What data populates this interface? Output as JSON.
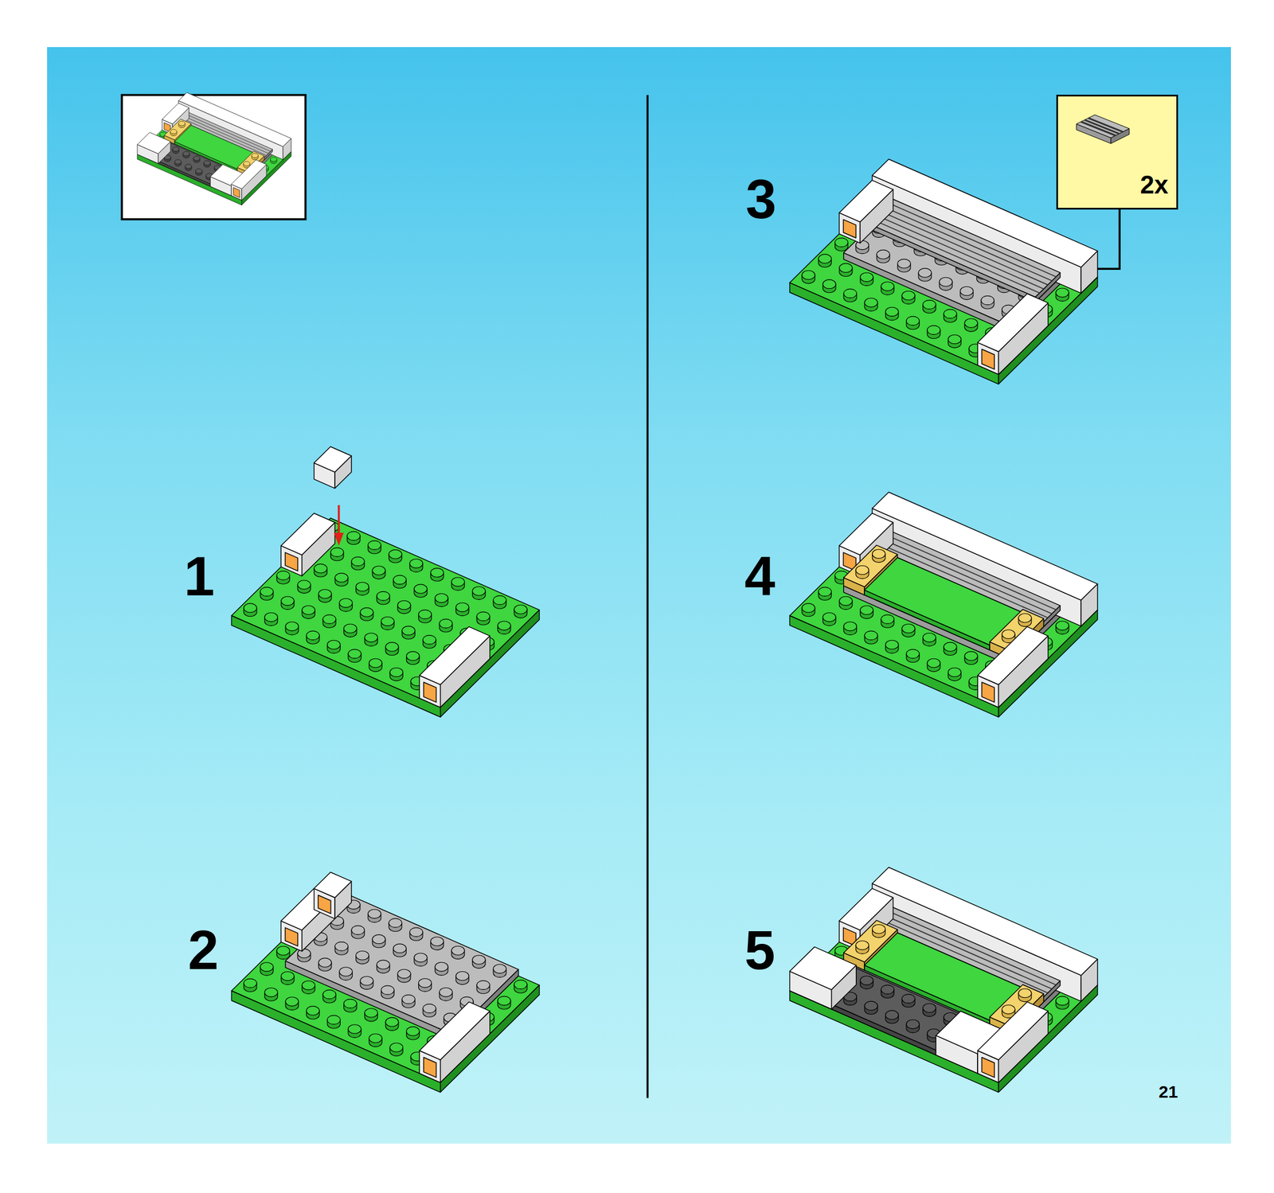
{
  "diagram": {
    "nodes": [
      {
        "text": [
          "2x"
        ]
      }
    ],
    "labels": [
      "1",
      "2",
      "3",
      "4",
      "5",
      "21"
    ]
  }
}
